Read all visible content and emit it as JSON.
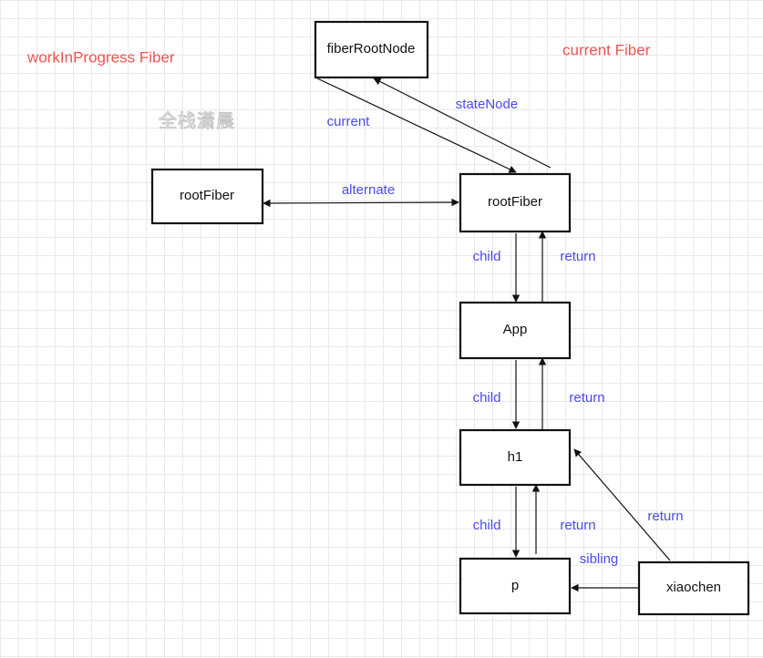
{
  "titles": {
    "work_in_progress": "workInProgress Fiber",
    "current": "current Fiber"
  },
  "watermark": "全栈潇晨",
  "nodes": {
    "fiber_root": "fiberRootNode",
    "wip_root": "rootFiber",
    "current_root": "rootFiber",
    "app": "App",
    "h1": "h1",
    "p": "p",
    "xiaochen": "xiaochen"
  },
  "edge_labels": {
    "current": "current",
    "state_node": "stateNode",
    "alternate": "alternate",
    "child_root_app": "child",
    "return_app_root": "return",
    "child_app_h1": "child",
    "return_h1_app": "return",
    "child_h1_p": "child",
    "return_p_h1": "return",
    "sibling": "sibling",
    "return_xiaochen_h1": "return"
  },
  "colors": {
    "title_red": "#f0524f",
    "edge_label_blue": "#4a4af0",
    "stroke": "#111111"
  }
}
